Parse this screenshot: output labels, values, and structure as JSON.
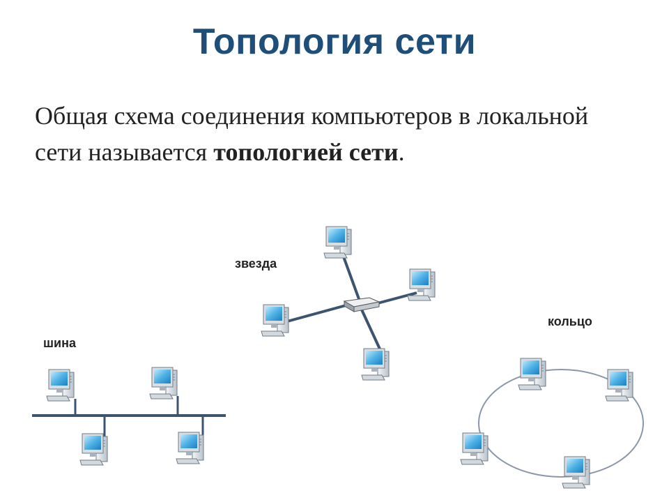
{
  "title": "Топология сети",
  "description": {
    "part1": "Общая схема соединения компьютеров в локальной сети называется ",
    "bold": "топологией сети",
    "end": "."
  },
  "topologies": {
    "star": "звезда",
    "bus": "шина",
    "ring": "кольцо"
  },
  "colors": {
    "title": "#1f4e79",
    "cable": "#3d5470",
    "ring": "#8a97a8"
  },
  "icons": {
    "computer": "computer-icon",
    "hub": "network-hub-icon"
  }
}
